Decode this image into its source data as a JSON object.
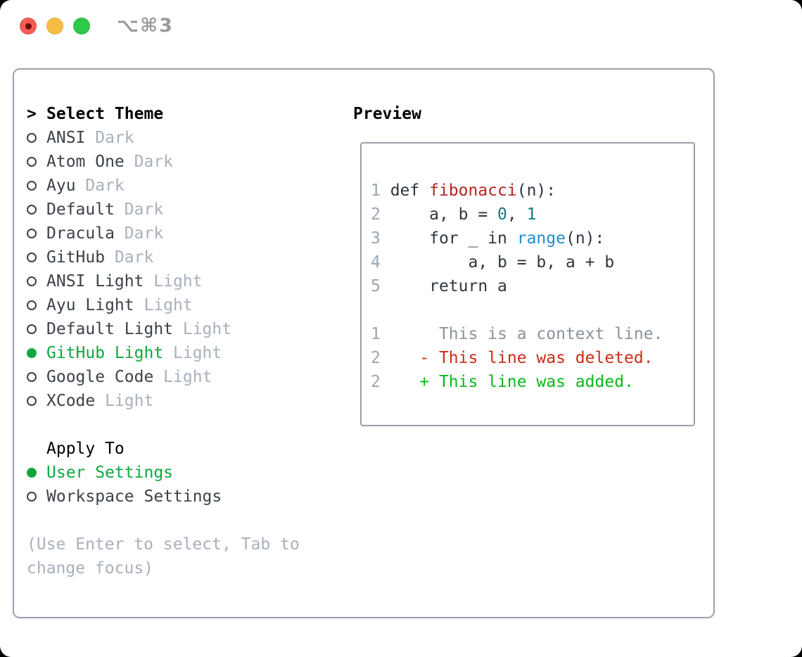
{
  "window": {
    "title": "⌥⌘3"
  },
  "theme_picker": {
    "caret": ">",
    "header": "Select Theme",
    "items": [
      {
        "name": "ANSI",
        "variant": "Dark",
        "selected": false
      },
      {
        "name": "Atom One",
        "variant": "Dark",
        "selected": false
      },
      {
        "name": "Ayu",
        "variant": "Dark",
        "selected": false
      },
      {
        "name": "Default",
        "variant": "Dark",
        "selected": false
      },
      {
        "name": "Dracula",
        "variant": "Dark",
        "selected": false
      },
      {
        "name": "GitHub",
        "variant": "Dark",
        "selected": false
      },
      {
        "name": "ANSI Light",
        "variant": "Light",
        "selected": false
      },
      {
        "name": "Ayu Light",
        "variant": "Light",
        "selected": false
      },
      {
        "name": "Default Light",
        "variant": "Light",
        "selected": false
      },
      {
        "name": "GitHub Light",
        "variant": "Light",
        "selected": true
      },
      {
        "name": "Google Code",
        "variant": "Light",
        "selected": false
      },
      {
        "name": "XCode",
        "variant": "Light",
        "selected": false
      }
    ]
  },
  "apply_to": {
    "header": "Apply To",
    "options": [
      {
        "label": "User Settings",
        "selected": true
      },
      {
        "label": "Workspace Settings",
        "selected": false
      }
    ]
  },
  "help": {
    "lines": [
      "(Use Enter to select, Tab to",
      "change focus)"
    ]
  },
  "preview": {
    "header": "Preview",
    "code_lines": [
      {
        "num": "1",
        "tokens": [
          {
            "t": " def ",
            "c": "text"
          },
          {
            "t": "fibonacci",
            "c": "func"
          },
          {
            "t": "(n):",
            "c": "text"
          }
        ]
      },
      {
        "num": "2",
        "tokens": [
          {
            "t": "     a, b = ",
            "c": "text"
          },
          {
            "t": "0",
            "c": "num"
          },
          {
            "t": ", ",
            "c": "text"
          },
          {
            "t": "1",
            "c": "num"
          }
        ]
      },
      {
        "num": "3",
        "tokens": [
          {
            "t": "     for _ in ",
            "c": "text"
          },
          {
            "t": "range",
            "c": "builtin"
          },
          {
            "t": "(n):",
            "c": "text"
          }
        ]
      },
      {
        "num": "4",
        "tokens": [
          {
            "t": "         a, b = b, a + b",
            "c": "text"
          }
        ]
      },
      {
        "num": "5",
        "tokens": [
          {
            "t": "     return a",
            "c": "text"
          }
        ]
      }
    ],
    "diff_lines": [
      {
        "num": "1",
        "tokens": [
          {
            "t": "      This is a context line.",
            "c": "context"
          }
        ]
      },
      {
        "num": "2",
        "tokens": [
          {
            "t": "    - This line was deleted.",
            "c": "deleted"
          }
        ]
      },
      {
        "num": "2",
        "tokens": [
          {
            "t": "    + This line was added.",
            "c": "added"
          }
        ]
      }
    ]
  },
  "colors": {
    "window_bg": "#ffffff",
    "btn_red": "#f45c54",
    "btn_red_dot": "#6e0a0a",
    "btn_yellow": "#f7bd45",
    "btn_green": "#2ec84a",
    "title_gray": "#9a9a9a",
    "border_gray": "#98a2ae",
    "item_text": "#3b4249",
    "muted_gray": "#a8b0bc",
    "accent_green": "#10a83e",
    "code_text": "#2f373e",
    "func_red": "#b3261e",
    "num_teal": "#0c7d80",
    "builtin_blue": "#1f8ecd",
    "line_num": "#9ba6b2",
    "context_gray": "#8b939c",
    "deleted_red": "#cb2d16",
    "added_green": "#0bb91c"
  }
}
